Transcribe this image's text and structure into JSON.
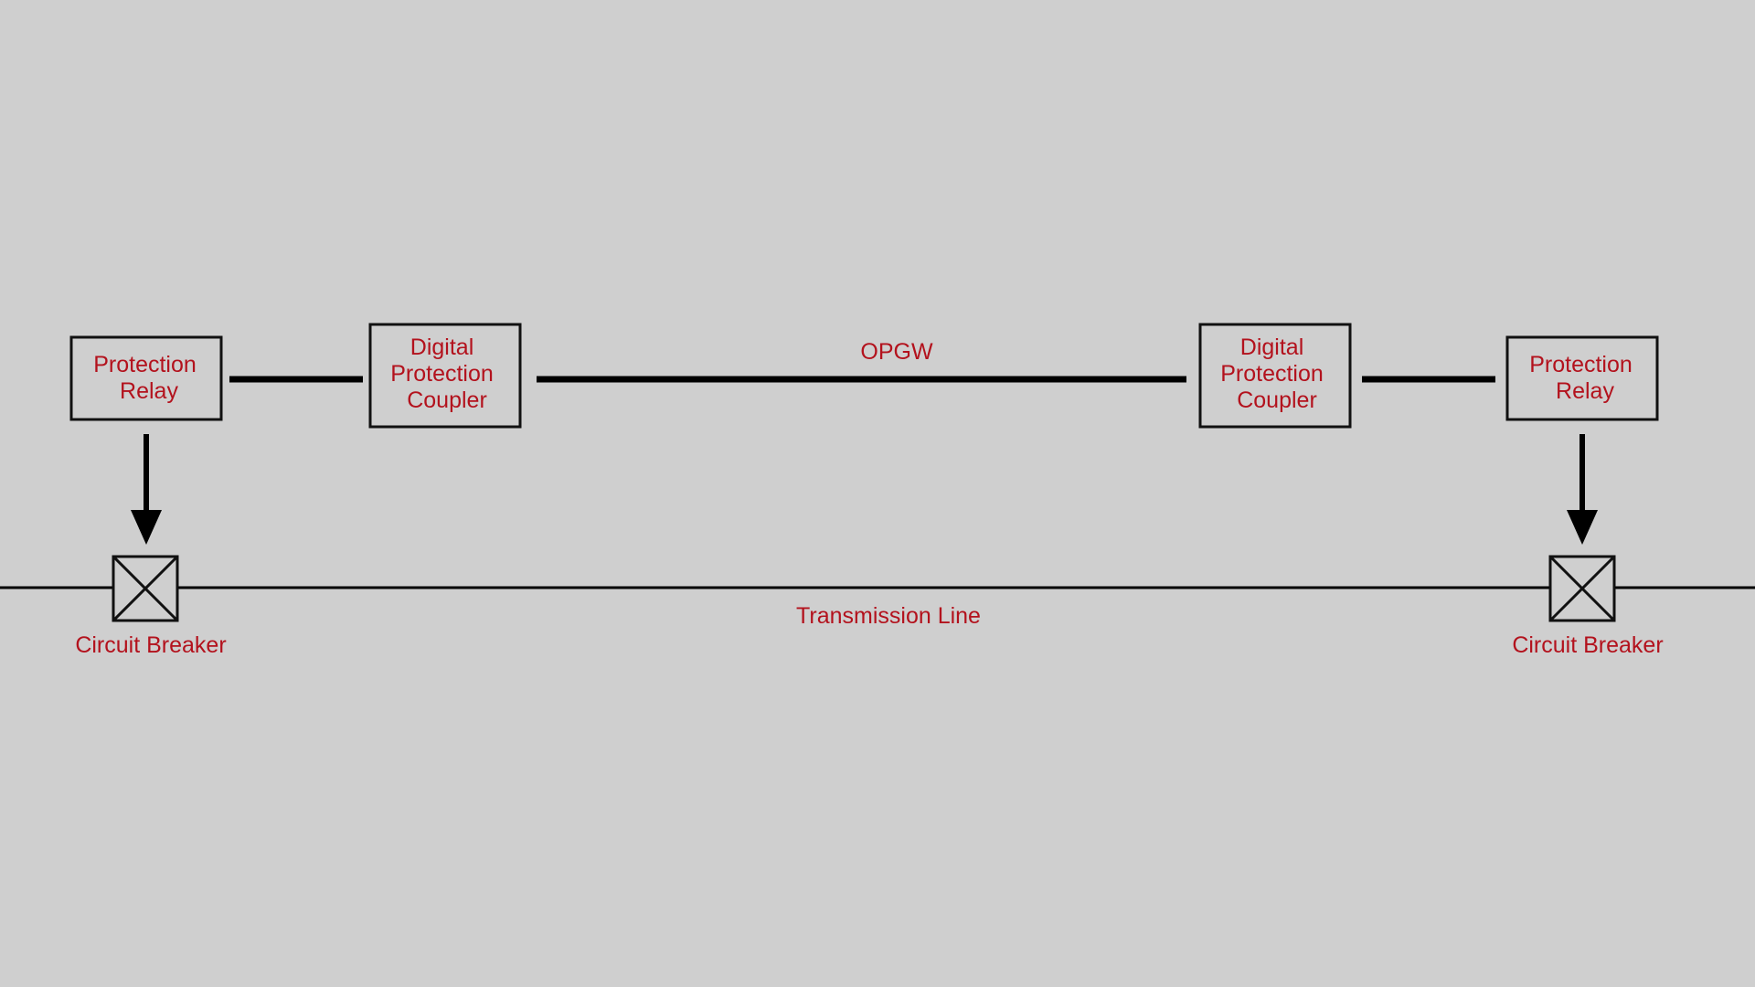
{
  "diagram": {
    "labels": {
      "relay_left": [
        "Protection",
        "Relay"
      ],
      "coupler_left": [
        "Digital",
        "Protection",
        "Coupler"
      ],
      "opgw": "OPGW",
      "coupler_right": [
        "Digital",
        "Protection",
        "Coupler"
      ],
      "relay_right": [
        "Protection",
        "Relay"
      ],
      "transmission_line": "Transmission Line",
      "breaker_left": "Circuit Breaker",
      "breaker_right": "Circuit Breaker"
    },
    "colors": {
      "background": "#cfcfcf",
      "label": "#b3121d",
      "line": "#000000"
    }
  }
}
